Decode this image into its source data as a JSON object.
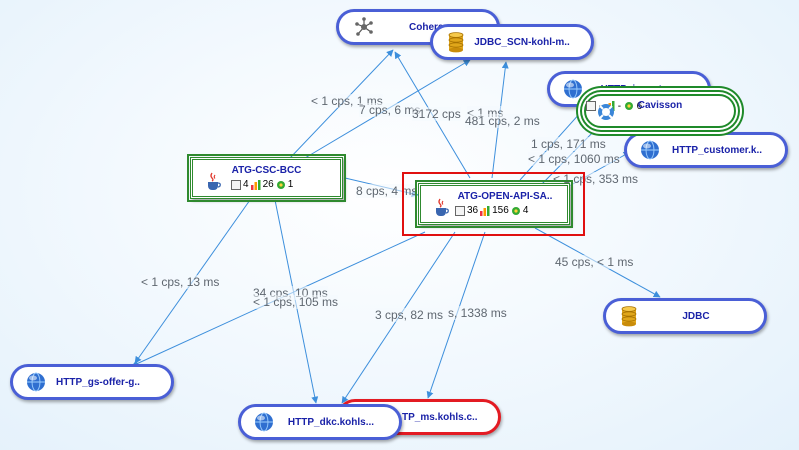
{
  "nodes": {
    "coherence": {
      "label": "Cohere"
    },
    "jdbc_scn": {
      "label": "JDBC_SCN-kohl-m.."
    },
    "http_inventory": {
      "label": "HTTP_inventory"
    },
    "cavisson": {
      "label": "Cavisson",
      "stat1": "-",
      "stat2": "-",
      "stat3": "6"
    },
    "http_customer": {
      "label": "HTTP_customer.k.."
    },
    "atg_csc_bcc": {
      "label": "ATG-CSC-BCC",
      "stat1": "4",
      "stat2": "26",
      "stat3": "1"
    },
    "atg_open_api": {
      "label": "ATG-OPEN-API-SA..",
      "stat1": "36",
      "stat2": "156",
      "stat3": "4"
    },
    "jdbc": {
      "label": "JDBC"
    },
    "http_gs_offer": {
      "label": "HTTP_gs-offer-g.."
    },
    "http_dkc": {
      "label": "HTTP_dkc.kohls..."
    },
    "http_ms": {
      "label": "TP_ms.kohls.c.."
    }
  },
  "edge_labels": {
    "e1": "< 1 cps, 1 ms",
    "e2": "7 cps, 6 ms",
    "e3": "3172 cps",
    "e4": "< 1 ms",
    "e5": "481 cps, 2 ms",
    "e6": "1 cps, 171 ms",
    "e7": "< 1 cps, 1060 ms",
    "e8": "< 1 cps, 353 ms",
    "e9": "8 cps, 4 ms",
    "e10": "45 cps, < 1 ms",
    "e11": "< 1 cps, 13 ms",
    "e12": "34 cps, 10 ms",
    "e13": "< 1 cps, 105 ms",
    "e14": "3 cps, 82 ms",
    "e15": "s, 1338 ms"
  },
  "colors": {
    "edge": "#3d8fdc",
    "pill_border": "#4a5fd6",
    "selected_pill_border": "#e31b23",
    "tier_border": "#2f8a2f",
    "selection_box": "#e01010",
    "node_text": "#1a22a8"
  },
  "icons": {
    "coherence": "hub-icon",
    "jdbc": "database-icon",
    "http": "globe-icon",
    "tier": "java-icon",
    "cavisson": "lifebuoy-icon"
  }
}
